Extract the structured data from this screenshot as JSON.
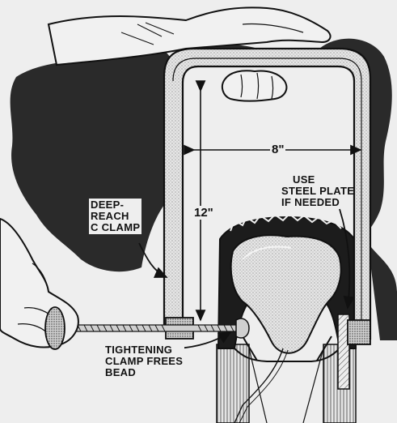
{
  "labels": {
    "deep_reach": [
      "DEEP-",
      "REACH",
      "C CLAMP"
    ],
    "steel_plate": [
      "USE",
      "STEEL PLATE",
      "IF NEEDED"
    ],
    "tightening": [
      "TIGHTENING",
      "CLAMP FREES",
      "BEAD"
    ]
  },
  "dimensions": {
    "width": "8\"",
    "height": "12\""
  },
  "colors": {
    "ink": "#111111",
    "paper": "#eeeeee",
    "shadow": "#2a2a2a",
    "tire": "#1c1c1c",
    "tube": "#d9d9d9"
  }
}
